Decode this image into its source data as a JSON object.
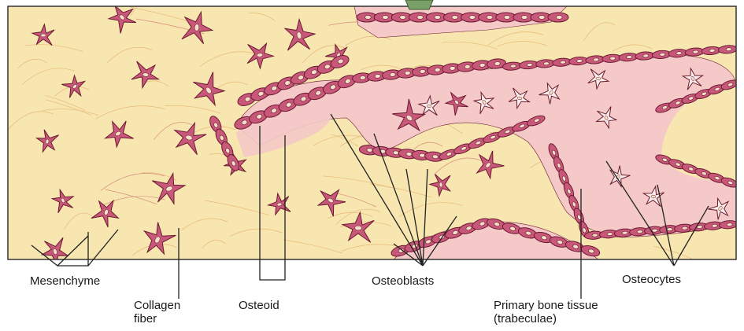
{
  "labels": {
    "mesenchyme": "Mesenchyme",
    "collagen_line1": "Collagen",
    "collagen_line2": "fiber",
    "osteoid": "Osteoid",
    "osteoblasts": "Osteoblasts",
    "primary_line1": "Primary bone tissue",
    "primary_line2": "(trabeculae)",
    "osteocytes": "Osteocytes"
  },
  "colors": {
    "background": "#ffffff",
    "matrix": "#f7e6b0",
    "bone": "#f4c9c7",
    "cell_fill": "#c8587a",
    "cell_stroke": "#6b1a30",
    "nucleus": "#f4dfc8",
    "fiber": "#e8b878",
    "osteocyte": "#fbeeea",
    "leader_line": "#222222"
  },
  "icons": {
    "top_marker": "green-arrow-tab-icon"
  }
}
